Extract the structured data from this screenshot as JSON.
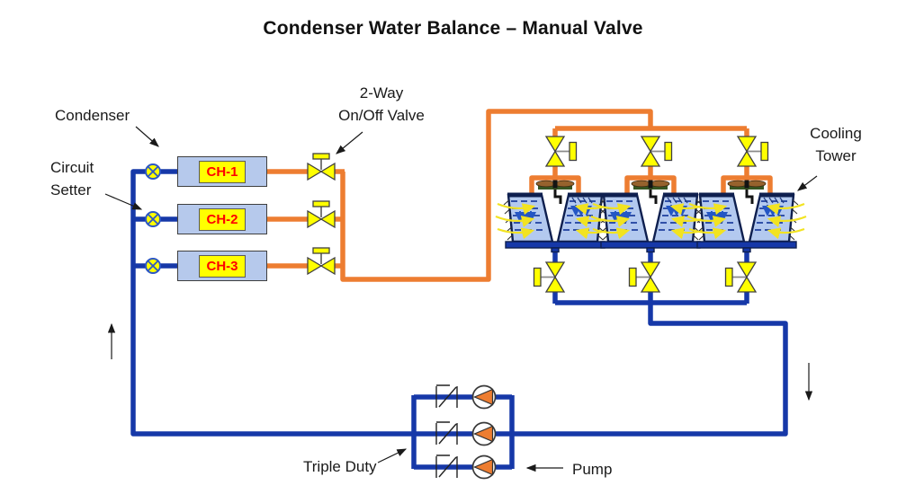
{
  "title": "Condenser Water Balance – Manual Valve",
  "labels": {
    "condenser": "Condenser",
    "circuit_setter": "Circuit\nSetter",
    "two_way_valve": "2-Way\nOn/Off Valve",
    "cooling_tower": "Cooling\nTower",
    "triple_duty": "Triple Duty",
    "pump": "Pump"
  },
  "chillers": [
    {
      "label": "CH-1"
    },
    {
      "label": "CH-2"
    },
    {
      "label": "CH-3"
    }
  ],
  "counts": {
    "chillers": 3,
    "cooling_towers": 3,
    "pumps": 3,
    "two_way_valves": 3,
    "circuit_setters": 3
  },
  "colors": {
    "orange_pipe": "#ED7D31",
    "blue_pipe": "#1638A8",
    "valve_yellow": "#FFFF00",
    "chiller_fill": "#B6C9EC",
    "chiller_border": "#3F3F3F",
    "tag_red": "#FF0000",
    "tower_fill": "#B3C9EF",
    "tower_dark": "#0E1F4F",
    "fan_green": "#375623",
    "fan_brown": "#96622D",
    "swirl_yellow": "#F2E321",
    "ink": "#1A1A1A"
  }
}
